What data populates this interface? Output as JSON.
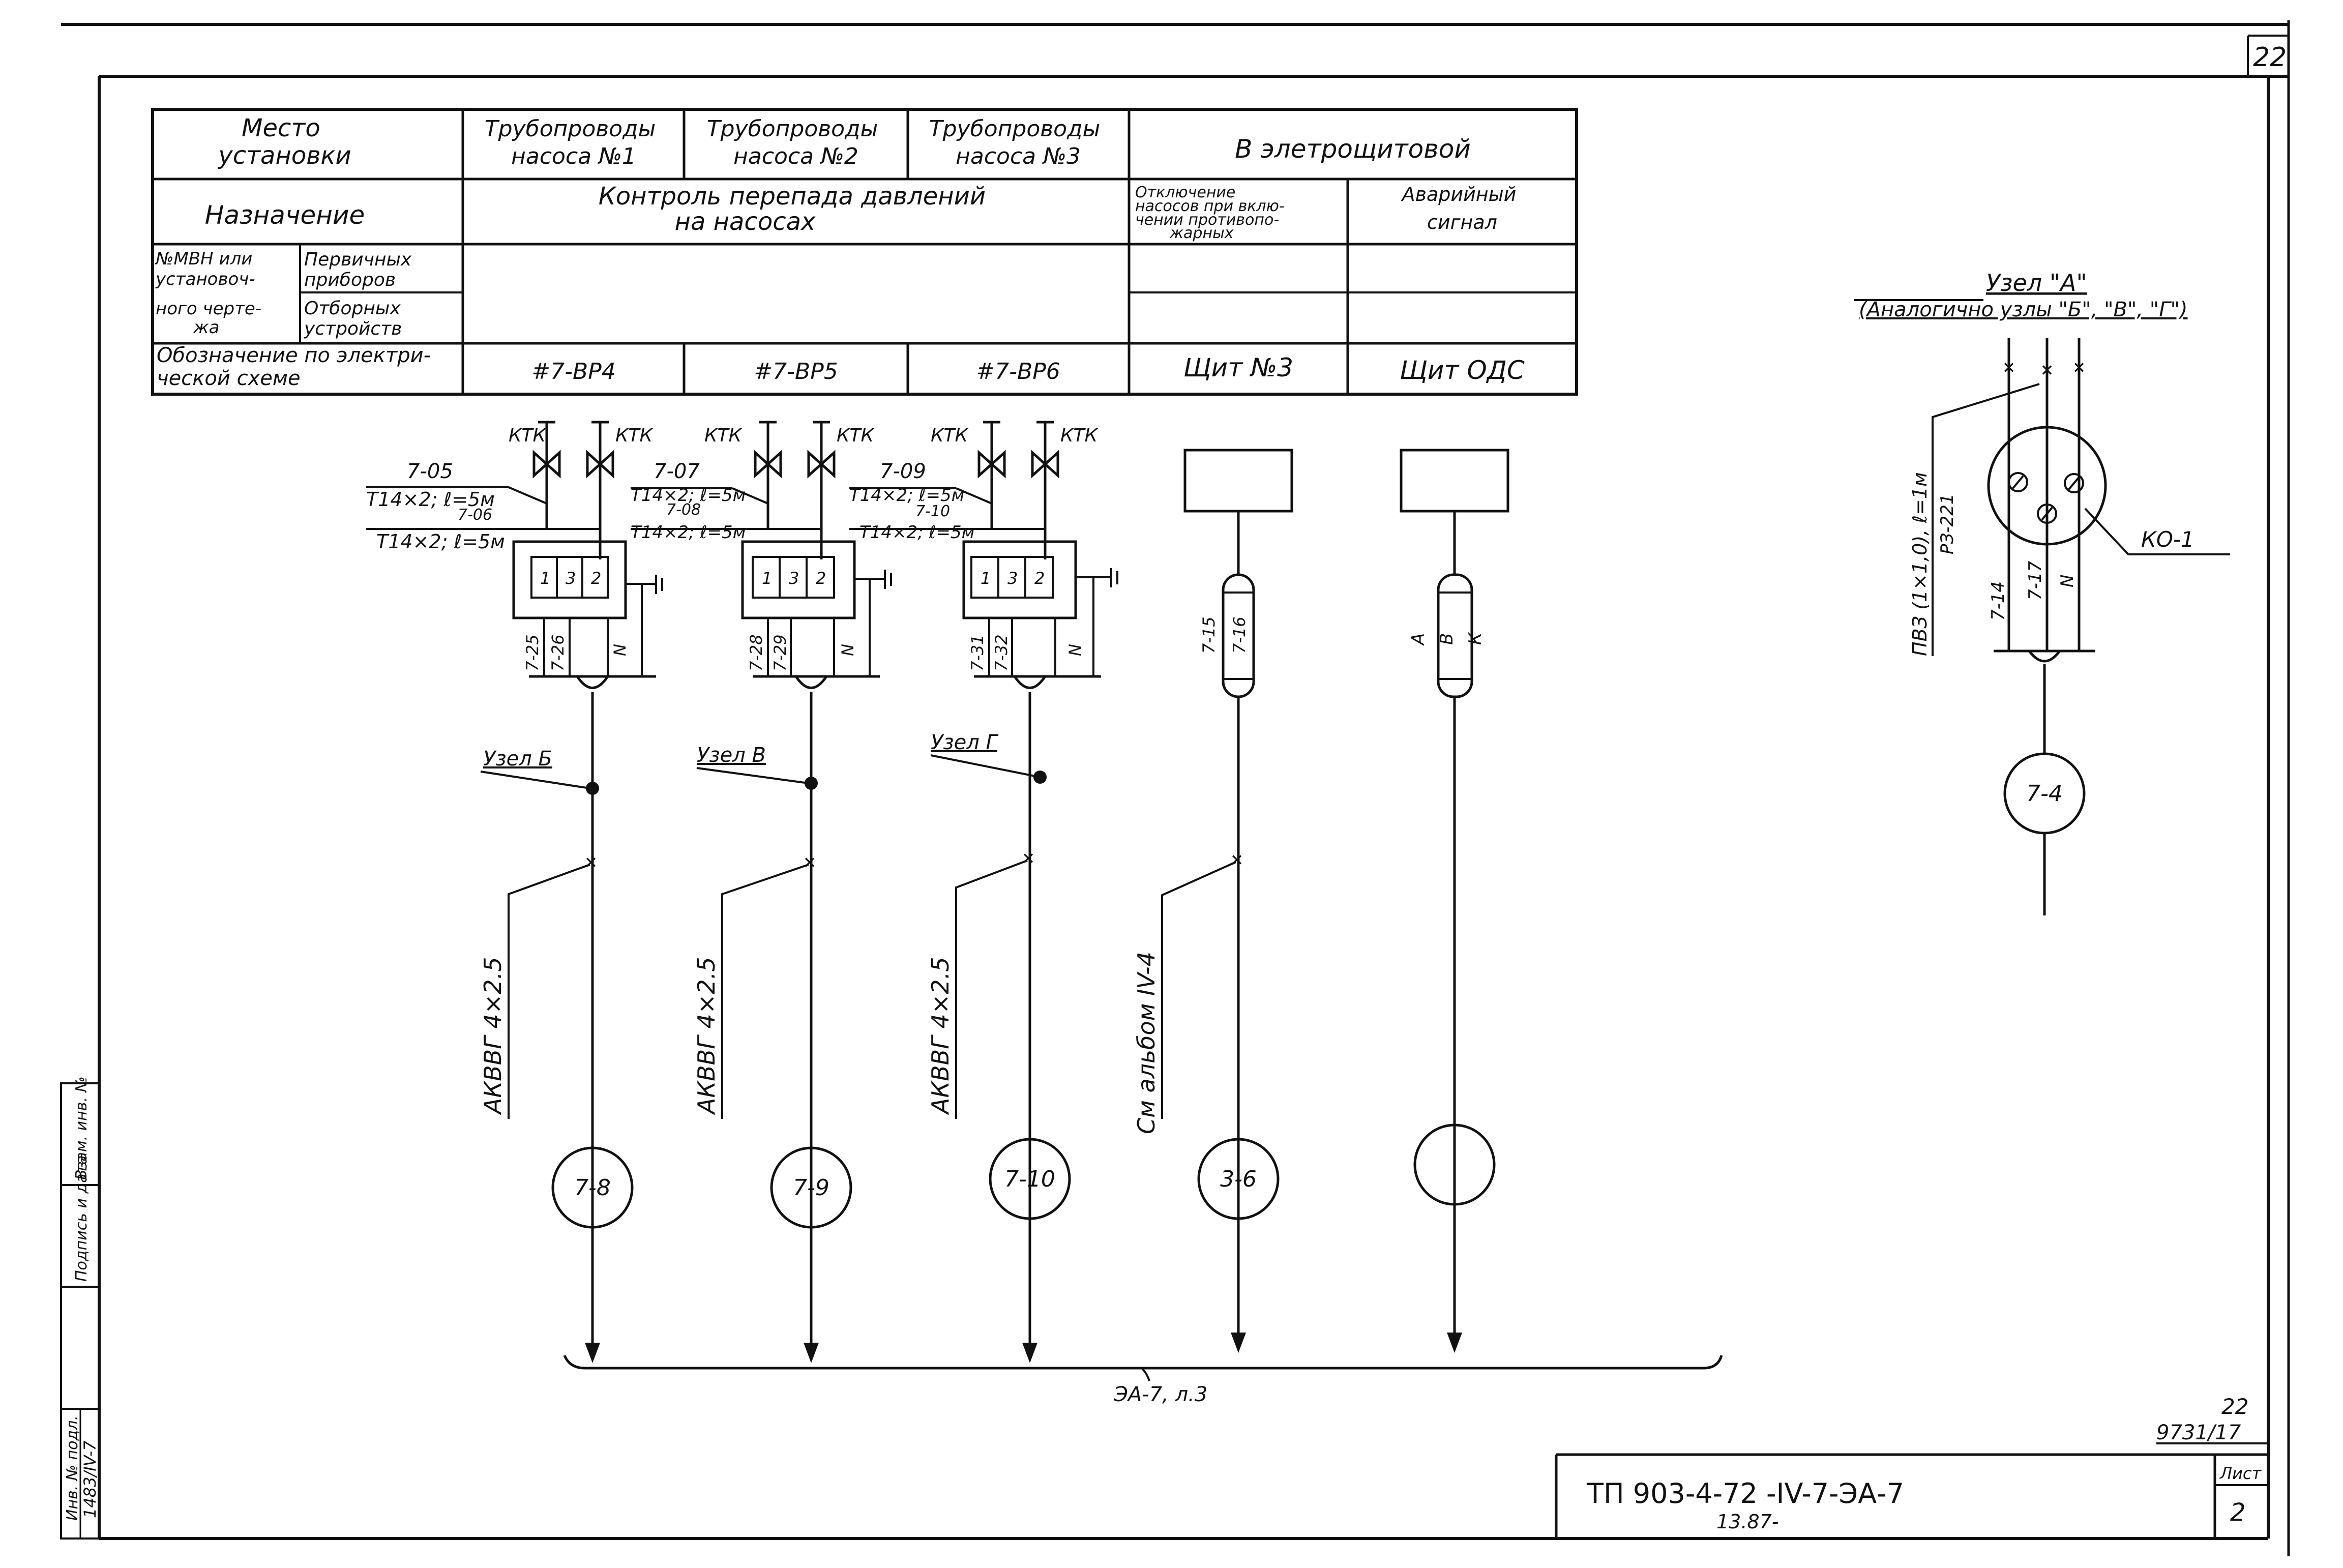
{
  "sheet": {
    "page_number": "22",
    "doc_code": "ТП 903-4-72 -IV-7-ЭА-7",
    "doc_date": "13.87-",
    "corner_numbers": "22",
    "archive_number": "9731/17",
    "sheet_label": "Лист",
    "sheet_number": "2",
    "stamp_inv_label": "Инв. № подл.",
    "stamp_sign_label": "Подпись и дата",
    "stamp_replace_label": "Взам. инв. №",
    "stamp_inv_value": "1483/IV-7"
  },
  "table": {
    "row_place_label": [
      "Место",
      "установки"
    ],
    "col1_place": [
      "Трубопроводы",
      "насоса №1"
    ],
    "col2_place": [
      "Трубопроводы",
      "насоса №2"
    ],
    "col3_place": [
      "Трубопроводы",
      "насоса №3"
    ],
    "col45_place": "В элетрощитовой",
    "row_purpose_label": "Назначение",
    "purpose_pumps": [
      "Контроль перепада давлений",
      "на насосах"
    ],
    "purpose_col4": [
      "Отключение",
      "насосов при вклю-",
      "чении противопо-",
      "жарных"
    ],
    "purpose_col5": [
      "Аварийный",
      "сигнал"
    ],
    "row_mvn_label": [
      "№МВН или",
      "установоч-",
      "ного черте-",
      "жа"
    ],
    "row_primary_label": [
      "Первичных",
      "приборов"
    ],
    "row_selection_label": [
      "Отборных",
      "устройств"
    ],
    "row_designation_label": [
      "Обозначение по электри-",
      "ческой схеме"
    ],
    "designation_values": [
      "#7-ВР4",
      "#7-ВР5",
      "#7-ВР6",
      "Щит №3",
      "Щит ОДС"
    ]
  },
  "valves": {
    "label": "КТК"
  },
  "channels": [
    {
      "tubes": [
        "7-05",
        "Т14×2; ℓ=5м",
        "7-06",
        "Т14×2; ℓ=5м"
      ],
      "terminals": [
        "1",
        "3",
        "2"
      ],
      "wires": [
        "7-25",
        "7-26",
        "N"
      ],
      "node": "Узел Б",
      "cable": "АКВВГ 4×2.5",
      "circle": "7-8"
    },
    {
      "tubes": [
        "7-07",
        "Т14×2; ℓ=5м",
        "7-08",
        "Т14×2; ℓ=5м"
      ],
      "terminals": [
        "1",
        "3",
        "2"
      ],
      "wires": [
        "7-28",
        "7-29",
        "N"
      ],
      "node": "Узел В",
      "cable": "АКВВГ 4×2.5",
      "circle": "7-9"
    },
    {
      "tubes": [
        "7-09",
        "Т14×2; ℓ=5м",
        "7-10",
        "Т14×2; ℓ=5м"
      ],
      "terminals": [
        "1",
        "3",
        "2"
      ],
      "wires": [
        "7-31",
        "7-32",
        "N"
      ],
      "node": "Узел Г",
      "cable": "АКВВГ 4×2.5",
      "circle": "7-10"
    },
    {
      "wires": [
        "7-15",
        "7-16"
      ],
      "cable": "См альбом IV-4",
      "circle": "3-6"
    },
    {
      "wires": [
        "А",
        "В",
        "К"
      ],
      "circle": ""
    }
  ],
  "bus": {
    "label": "ЭА-7, л.3"
  },
  "node_a": {
    "title": "Узел \"А\"",
    "subtitle": "(Аналогично узлы \"Б\", \"В\", \"Г\")",
    "cable": "ПВЗ (1×1,0), ℓ=1м",
    "junction_box": "РЗ-221",
    "wires": [
      "7-14",
      "7-17",
      "N"
    ],
    "box_label": "КО-1",
    "circle": "7-4"
  }
}
